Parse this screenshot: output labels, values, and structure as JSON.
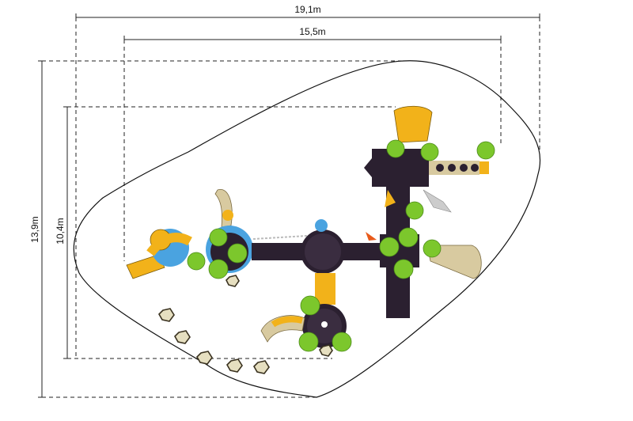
{
  "dimensions": {
    "overall_width": "19,1m",
    "platform_width": "15,5m",
    "overall_depth": "13,9m",
    "platform_depth": "10,4m"
  },
  "colors": {
    "deck": "#2b2030",
    "slide_yellow": "#f2b21a",
    "slide_beige": "#d8caa0",
    "tube_blue": "#4aa3e0",
    "tree_green": "#7cc72c",
    "boundary": "#111111"
  },
  "icons": {
    "stump": "stepping-stump-icon",
    "tree": "tree-canopy-icon"
  }
}
